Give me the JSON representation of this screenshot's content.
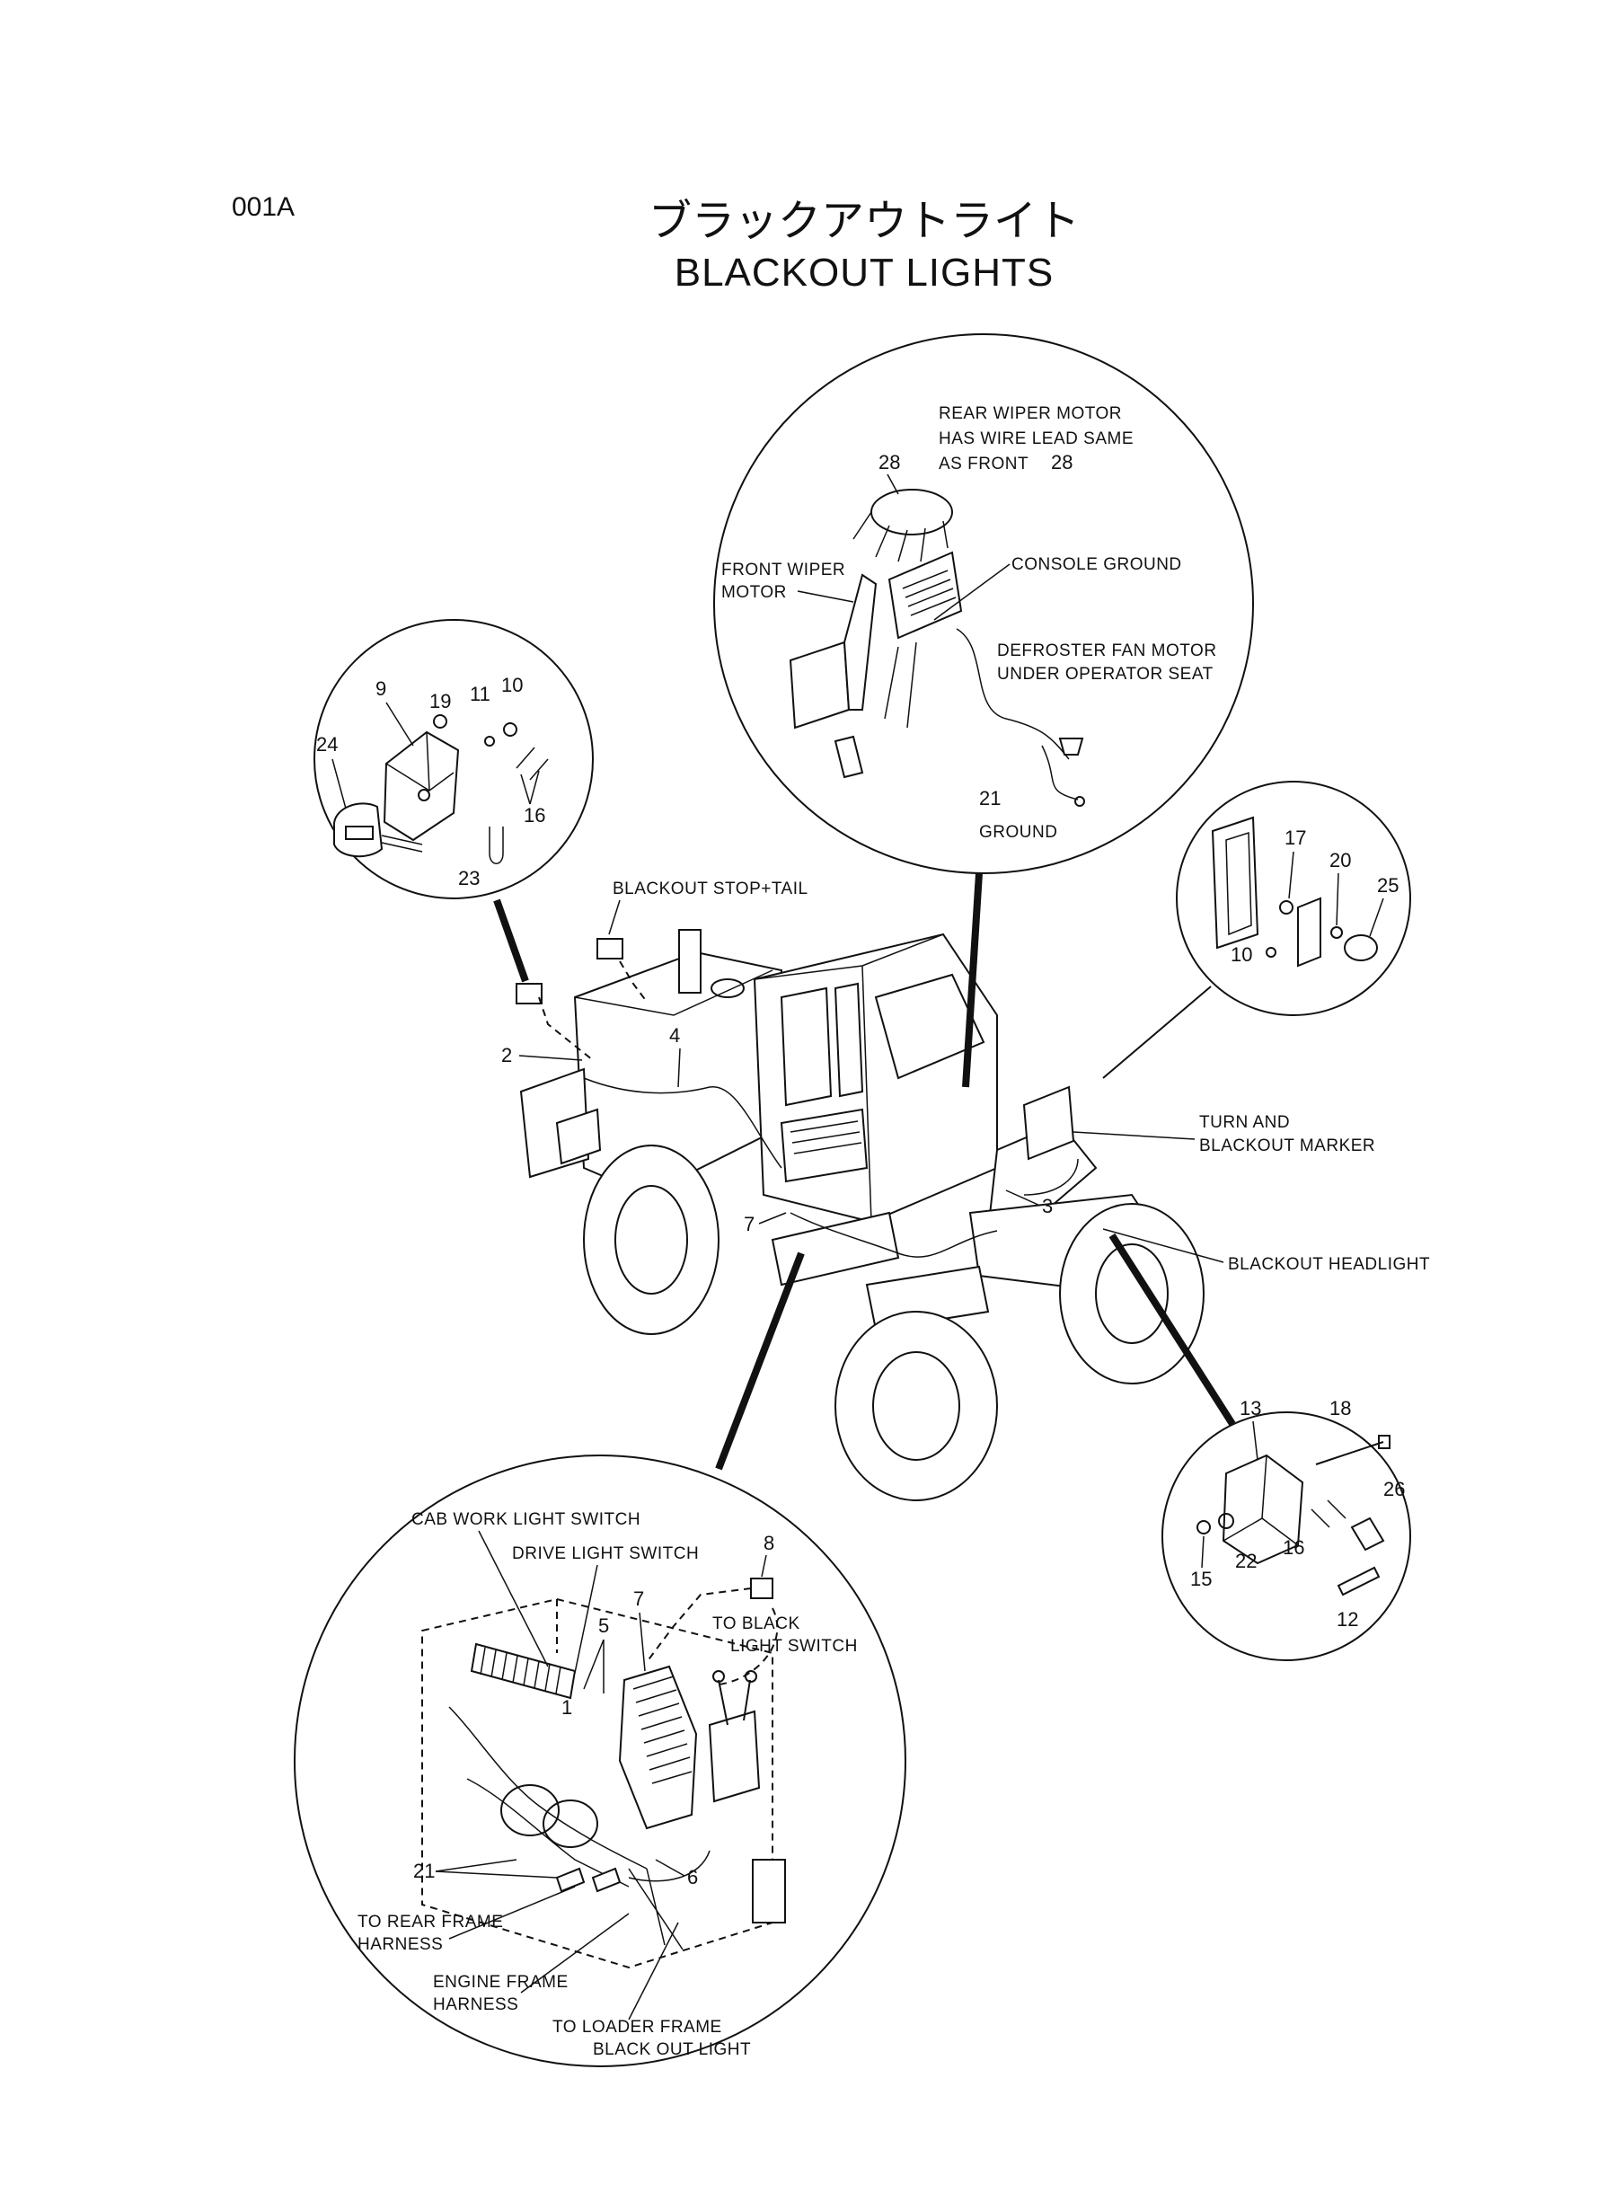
{
  "header": {
    "page_code": "001A",
    "title_jp": "ブラックアウトライト",
    "title_en": "BLACKOUT LIGHTS"
  },
  "callouts": {
    "top": {
      "rear_wiper_1": "REAR WIPER MOTOR",
      "rear_wiper_2": "HAS WIRE LEAD SAME",
      "rear_wiper_3": "AS FRONT",
      "front_wiper_1": "FRONT WIPER",
      "front_wiper_2": "MOTOR",
      "console_ground": "CONSOLE GROUND",
      "defroster_1": "DEFROSTER FAN MOTOR",
      "defroster_2": "UNDER OPERATOR SEAT",
      "ground": "GROUND"
    },
    "machine": {
      "stop_tail": "BLACKOUT STOP+TAIL",
      "turn_marker_1": "TURN AND",
      "turn_marker_2": "BLACKOUT MARKER",
      "headlight": "BLACKOUT HEADLIGHT"
    },
    "bottom": {
      "cab_work": "CAB WORK LIGHT SWITCH",
      "drive_light": "DRIVE LIGHT SWITCH",
      "to_black_1": "TO BLACK",
      "to_black_2": "LIGHT SWITCH",
      "rear_frame_1": "TO REAR FRAME",
      "rear_frame_2": "HARNESS",
      "engine_frame_1": "ENGINE FRAME",
      "engine_frame_2": "HARNESS",
      "loader_1": "TO LOADER FRAME",
      "loader_2": "BLACK OUT LIGHT"
    }
  },
  "part_numbers": {
    "top_28a": "28",
    "top_28b": "28",
    "top_21": "21",
    "left_19": "19",
    "left_9": "9",
    "left_11": "11",
    "left_10": "10",
    "left_24": "24",
    "left_16": "16",
    "left_23": "23",
    "right_17": "17",
    "right_20": "20",
    "right_25": "25",
    "right_10": "10",
    "br_13": "13",
    "br_18": "18",
    "br_26": "26",
    "br_15": "15",
    "br_22": "22",
    "br_16": "16",
    "br_12": "12",
    "m_2": "2",
    "m_4": "4",
    "m_7": "7",
    "m_3": "3",
    "b_8": "8",
    "b_7": "7",
    "b_5": "5",
    "b_1": "1",
    "b_21": "21",
    "b_6": "6"
  }
}
